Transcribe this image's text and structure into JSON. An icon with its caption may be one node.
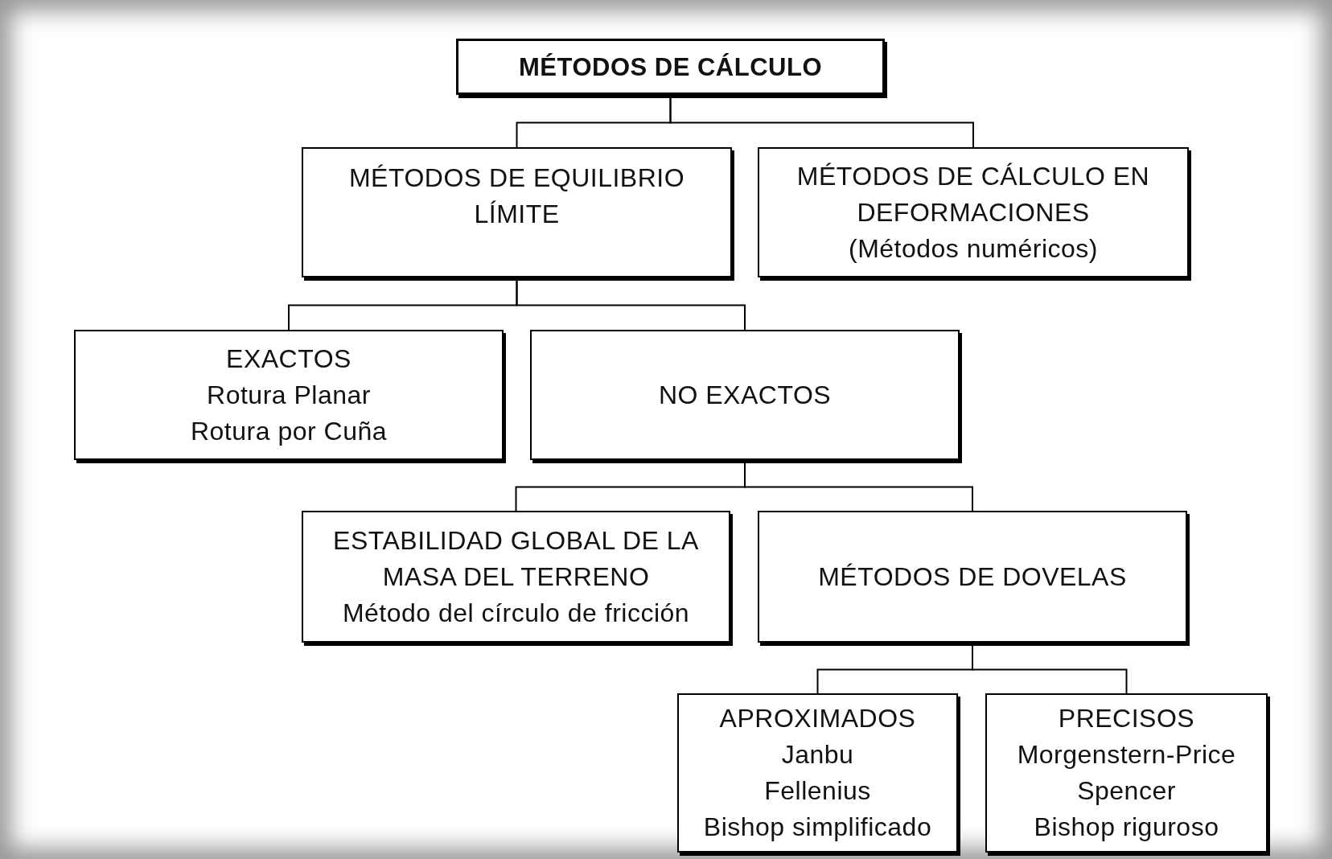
{
  "diagram": {
    "nodes": [
      {
        "text": [
          "MÉTODOS DE CÁLCULO"
        ]
      },
      {
        "text": [
          "MÉTODOS DE EQUILIBRIO LÍMITE"
        ]
      },
      {
        "text": [
          "MÉTODOS DE CÁLCULO EN DEFORMACIONES",
          "(Métodos numéricos)"
        ]
      },
      {
        "text": [
          "EXACTOS",
          "Rotura Planar",
          "Rotura por Cuña"
        ]
      },
      {
        "text": [
          "NO EXACTOS"
        ]
      },
      {
        "text": [
          "ESTABILIDAD GLOBAL DE LA MASA DEL TERRENO",
          "Método del círculo de fricción"
        ]
      },
      {
        "text": [
          "MÉTODOS DE DOVELAS"
        ]
      },
      {
        "text": [
          "APROXIMADOS",
          "Janbu",
          "Fellenius",
          "Bishop simplificado"
        ]
      },
      {
        "text": [
          "PRECISOS",
          "Morgenstern-Price",
          "Spencer",
          "Bishop riguroso"
        ]
      }
    ],
    "edges": [
      {
        "from": 0,
        "to": 1,
        "arrow": "none"
      },
      {
        "from": 0,
        "to": 2,
        "arrow": "none"
      },
      {
        "from": 1,
        "to": 3,
        "arrow": "none"
      },
      {
        "from": 1,
        "to": 4,
        "arrow": "none"
      },
      {
        "from": 4,
        "to": 5,
        "arrow": "none"
      },
      {
        "from": 4,
        "to": 6,
        "arrow": "none"
      },
      {
        "from": 6,
        "to": 7,
        "arrow": "none"
      },
      {
        "from": 6,
        "to": 8,
        "arrow": "none"
      }
    ]
  }
}
